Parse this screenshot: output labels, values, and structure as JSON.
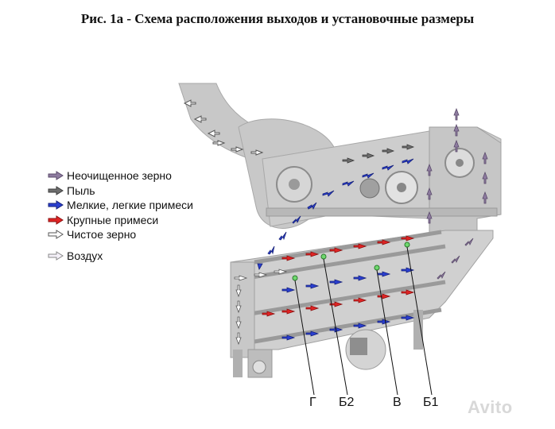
{
  "title": "Рис. 1а - Схема расположения выходов и установочные размеры",
  "legend": [
    {
      "label": "Неочищенное зерно",
      "color": "#8e7ca0",
      "stroke": "#5a4a6a"
    },
    {
      "label": "Пыль",
      "color": "#6e6e6e",
      "stroke": "#3c3c3c"
    },
    {
      "label": "Мелкие, легкие примеси",
      "color": "#2a3fd0",
      "stroke": "#15207a"
    },
    {
      "label": "Крупные примеси",
      "color": "#e02424",
      "stroke": "#8a1010"
    },
    {
      "label": "Чистое зерно",
      "color": "#ffffff",
      "stroke": "#555555"
    },
    {
      "label": "Воздух",
      "color": "#f4f0f8",
      "stroke": "#888888"
    }
  ],
  "callouts": [
    {
      "label": "Г"
    },
    {
      "label": "Б2"
    },
    {
      "label": "В"
    },
    {
      "label": "Б1"
    }
  ],
  "watermark": "Avito",
  "colors": {
    "machine_body": "#c4c4c4",
    "machine_dark": "#8c8c8c",
    "machine_light": "#dcdcdc"
  }
}
